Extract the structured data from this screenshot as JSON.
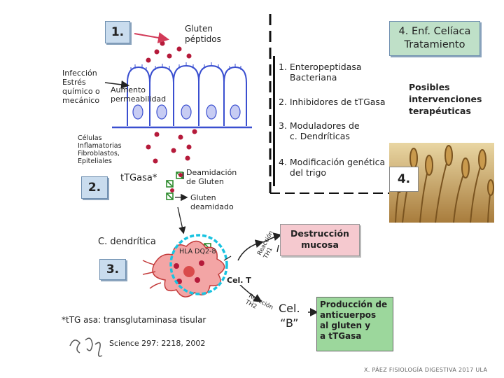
{
  "diagram": {
    "step1": "1.",
    "step2": "2.",
    "step3": "3.",
    "step4_badge": "4.",
    "gluten_peptides": "Gluten\npéptidos",
    "infection_lines": "Infección\nEstrés\nquímico o\nmecánico",
    "increase_permeability": "Aumento\npermeabilidad",
    "inflammatory_cells": "Células\nInflamatorias\nFibroblastos,\nEpiteliales",
    "ttg_enzyme": "tTGasa*",
    "deamidation": "Deamidación\nde Gluten",
    "deamidated_gluten": "Gluten\ndeamidado",
    "dendritic_cell": "C. dendrítica",
    "hla": "HLA DQ2-8",
    "t_cell": "Cel. T",
    "th1": "Reacción\nTH1",
    "th2": "Reacción\nTH2",
    "b_cell": "Cel.\n“B”",
    "mucosa_destruction": "Destrucción\nmucosa",
    "antibodies": "Producción de\nanticuerpos\nal gluten y\na tTGasa",
    "footnote": "*tTG asa: transglutaminasa tisular",
    "reference": "Science 297: 2218, 2002",
    "title": "4. Enf. Celíaca\nTratamiento",
    "treatments": [
      "1. Enteropeptidasa\n    Bacteriana",
      "2. Inhibidores de tTGasa",
      "3. Moduladores de\n    c. Dendríticas",
      "4. Modificación genética\n    del trigo"
    ],
    "possible_interventions": "Posibles\nintervenciones\nterapéuticas",
    "footer": "X. PÁEZ   FISIOLOGÍA DIGESTIVA 2017 ULA"
  },
  "colors": {
    "box_blue": "#c9dcee",
    "title_green": "#bfe0c8",
    "destruction_red": "#f5c9cf",
    "antibody_green": "#9cd79c",
    "cell_blue": "#3a4fd0",
    "peptide_red": "#b51a3a",
    "enzyme_green": "#2e8b2e"
  }
}
